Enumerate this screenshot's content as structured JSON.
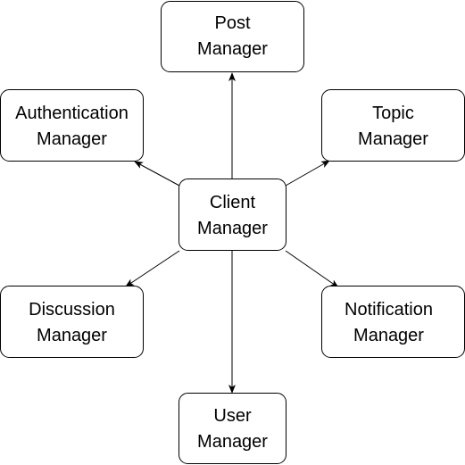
{
  "diagram": {
    "nodes": {
      "post": {
        "line1": "Post",
        "line2": "Manager"
      },
      "auth": {
        "line1": "Authentication",
        "line2": "Manager"
      },
      "topic": {
        "line1": "Topic",
        "line2": "Manager"
      },
      "client": {
        "line1": "Client",
        "line2": "Manager"
      },
      "disc": {
        "line1": "Discussion",
        "line2": "Manager"
      },
      "notif": {
        "line1": "Notification",
        "line2": "Manager"
      },
      "user": {
        "line1": "User",
        "line2": "Manager"
      }
    },
    "edges": [
      {
        "from": "client",
        "to": "post"
      },
      {
        "from": "client",
        "to": "auth"
      },
      {
        "from": "client",
        "to": "topic"
      },
      {
        "from": "client",
        "to": "disc"
      },
      {
        "from": "client",
        "to": "notif"
      },
      {
        "from": "client",
        "to": "user"
      }
    ]
  }
}
